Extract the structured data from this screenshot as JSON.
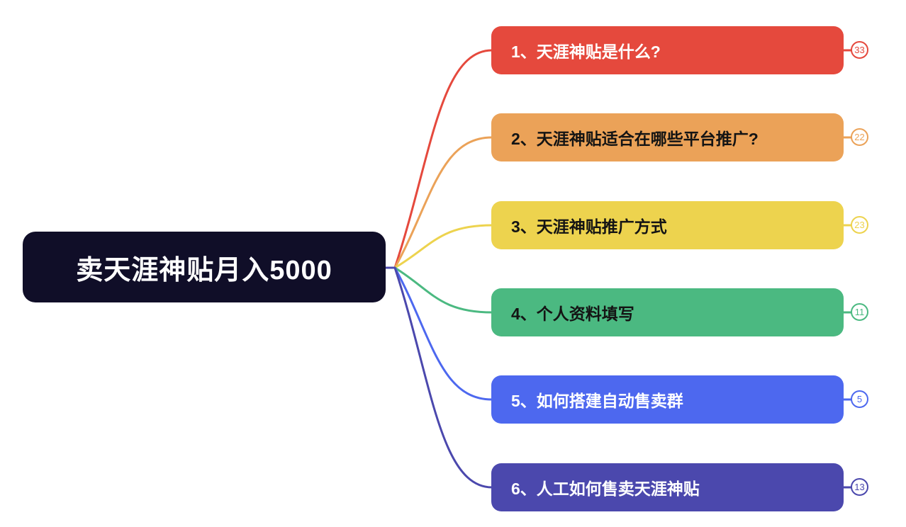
{
  "root": {
    "label": "卖天涯神贴月入5000",
    "bg_color": "#100E28",
    "text_color": "#FFFFFF"
  },
  "branches": [
    {
      "label": "1、天涯神贴是什么?",
      "badge": "33",
      "color": "#E5493D",
      "text_color": "#FFFFFF"
    },
    {
      "label": "2、天涯神贴适合在哪些平台推广?",
      "badge": "22",
      "color": "#EBA258",
      "text_color": "#141414"
    },
    {
      "label": "3、天涯神贴推广方式",
      "badge": "23",
      "color": "#EDD34E",
      "text_color": "#141414"
    },
    {
      "label": "4、个人资料填写",
      "badge": "11",
      "color": "#4BB981",
      "text_color": "#141414"
    },
    {
      "label": "5、如何搭建自动售卖群",
      "badge": "5",
      "color": "#4D68EF",
      "text_color": "#FFFFFF"
    },
    {
      "label": "6、人工如何售卖天涯神贴",
      "badge": "13",
      "color": "#4B48AD",
      "text_color": "#FFFFFF"
    }
  ],
  "canvas": {
    "background": "#FFFFFF"
  }
}
